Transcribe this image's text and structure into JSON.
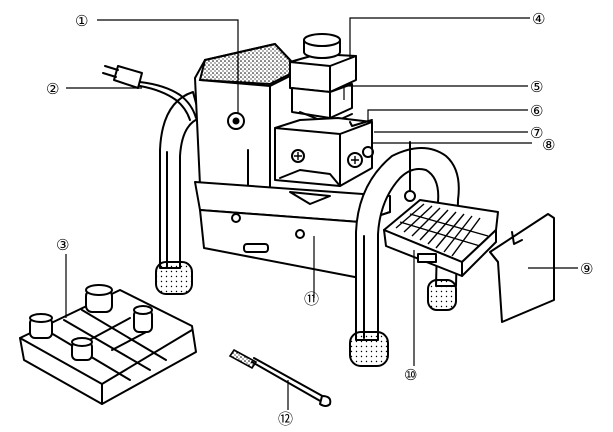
{
  "callouts": [
    {
      "label": "①"
    },
    {
      "label": "②"
    },
    {
      "label": "③"
    },
    {
      "label": "④"
    },
    {
      "label": "⑤"
    },
    {
      "label": "⑥"
    },
    {
      "label": "⑦"
    },
    {
      "label": "⑧"
    },
    {
      "label": "⑨"
    },
    {
      "label": "⑩"
    },
    {
      "label": "⑪"
    },
    {
      "label": "⑫"
    }
  ]
}
